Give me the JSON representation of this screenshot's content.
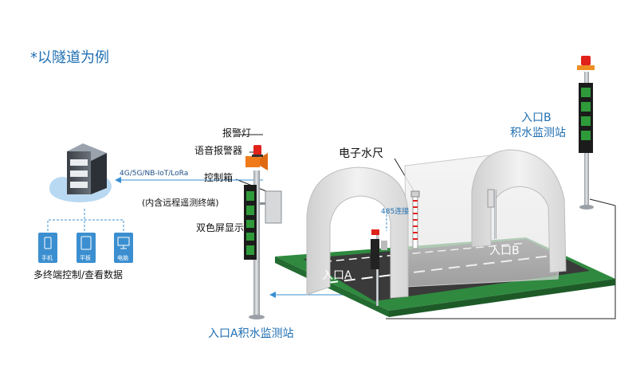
{
  "title": "*以隧道为例",
  "labels": {
    "alarm_light": "报警灯",
    "voice_alarm": "语音报警器",
    "control_box": "控制箱",
    "control_box_note": "(内含远程遥测终端)",
    "dual_screen": "双色屏显示",
    "network": "4G/5G/NB-IoT/LoRa",
    "multi_terminal": "多终端控制/查看数据",
    "electronic_ruler": "电子水尺",
    "rs485": "485连接",
    "station_a": "入口A积水监测站",
    "entrance_b_line1": "入口B",
    "entrance_b_line2": "积水监测站",
    "road_a": "入口A",
    "road_b": "入口B"
  },
  "devices": [
    "手机",
    "平板",
    "电脑"
  ],
  "colors": {
    "accent_blue": "#1f6fb2",
    "ground_green": "#2f8a3f",
    "road": "#3a3a3a",
    "alarm_red": "#e0221b",
    "alarm_orange": "#f07a1a",
    "device_blue": "#3b8fd0",
    "cloud": "#b9d9f2"
  },
  "icons": [
    "server-icon",
    "cloud-icon",
    "phone-icon",
    "tablet-icon",
    "monitor-icon",
    "alarm-light-icon",
    "speaker-icon"
  ]
}
